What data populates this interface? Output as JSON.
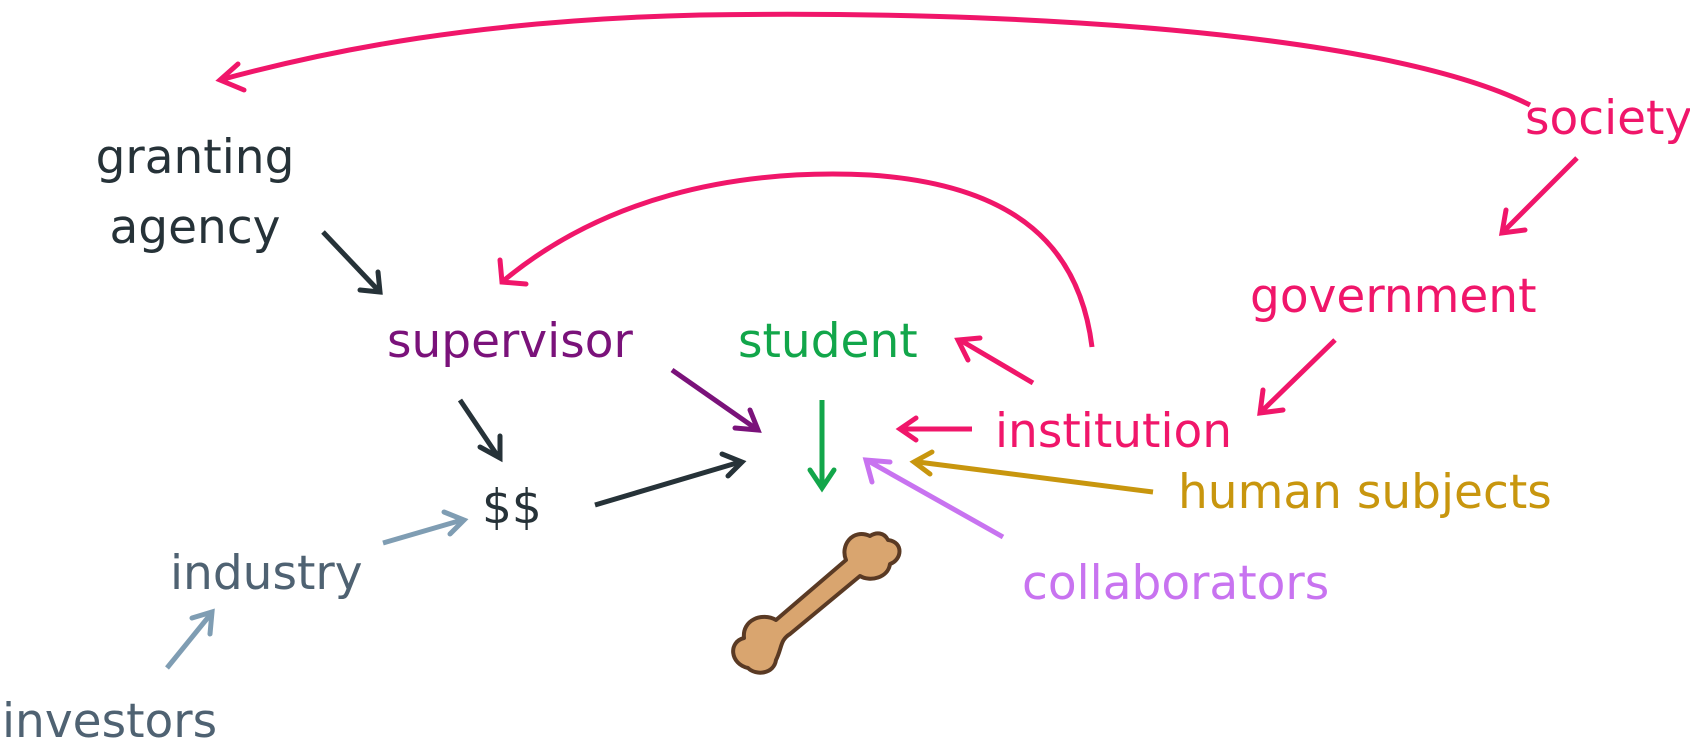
{
  "nodes": {
    "granting_agency_line1": "granting",
    "granting_agency_line2": "agency",
    "supervisor": "supervisor",
    "student": "student",
    "money": "$$",
    "industry": "industry",
    "investors": "investors",
    "institution": "institution",
    "government": "government",
    "society": "society",
    "human_subjects": "human subjects",
    "collaborators": "collaborators"
  },
  "colors": {
    "dark": "#263238",
    "purple": "#7a127a",
    "green": "#12a64a",
    "pink": "#f0166a",
    "gold": "#c8960e",
    "lavender": "#c873f0",
    "slate": "#4f6272",
    "steel": "#7f9db3",
    "bone_fill": "#d9a56f",
    "bone_stroke": "#5a3a24"
  },
  "icons": {
    "center": "dog-bone-icon"
  }
}
